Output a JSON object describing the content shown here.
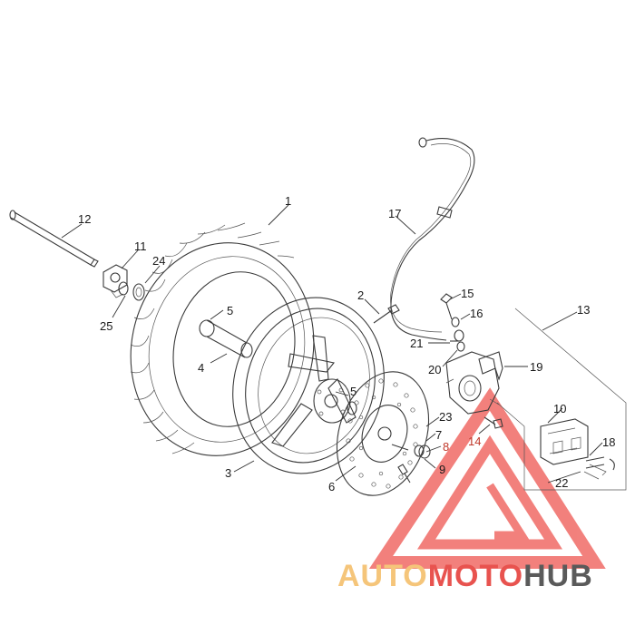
{
  "parts": [
    {
      "id": "1",
      "label": "1",
      "color": "#1a1a1a"
    },
    {
      "id": "2",
      "label": "2",
      "color": "#1a1a1a"
    },
    {
      "id": "3",
      "label": "3",
      "color": "#1a1a1a"
    },
    {
      "id": "4",
      "label": "4",
      "color": "#1a1a1a"
    },
    {
      "id": "5a",
      "label": "5",
      "color": "#1a1a1a"
    },
    {
      "id": "5b",
      "label": "5",
      "color": "#1a1a1a"
    },
    {
      "id": "6",
      "label": "6",
      "color": "#1a1a1a"
    },
    {
      "id": "7",
      "label": "7",
      "color": "#1a1a1a"
    },
    {
      "id": "8",
      "label": "8",
      "color": "#c0392b"
    },
    {
      "id": "9",
      "label": "9",
      "color": "#1a1a1a"
    },
    {
      "id": "10",
      "label": "10",
      "color": "#1a1a1a"
    },
    {
      "id": "11",
      "label": "11",
      "color": "#1a1a1a"
    },
    {
      "id": "12",
      "label": "12",
      "color": "#1a1a1a"
    },
    {
      "id": "13",
      "label": "13",
      "color": "#1a1a1a"
    },
    {
      "id": "14",
      "label": "14",
      "color": "#c0392b"
    },
    {
      "id": "15",
      "label": "15",
      "color": "#1a1a1a"
    },
    {
      "id": "16",
      "label": "16",
      "color": "#1a1a1a"
    },
    {
      "id": "17",
      "label": "17",
      "color": "#1a1a1a"
    },
    {
      "id": "18",
      "label": "18",
      "color": "#1a1a1a"
    },
    {
      "id": "19",
      "label": "19",
      "color": "#1a1a1a"
    },
    {
      "id": "20",
      "label": "20",
      "color": "#1a1a1a"
    },
    {
      "id": "21",
      "label": "21",
      "color": "#1a1a1a"
    },
    {
      "id": "22",
      "label": "22",
      "color": "#1a1a1a"
    },
    {
      "id": "23",
      "label": "23",
      "color": "#1a1a1a"
    },
    {
      "id": "24",
      "label": "24",
      "color": "#1a1a1a"
    },
    {
      "id": "25",
      "label": "25",
      "color": "#1a1a1a"
    }
  ],
  "watermark": {
    "part1": "AUTO",
    "part2": "MOTO",
    "part3": "HUB",
    "color1": "#f5c57a",
    "color2": "#e8534f",
    "color3": "#5a5a5a",
    "triangle_color": "#f06b66"
  }
}
